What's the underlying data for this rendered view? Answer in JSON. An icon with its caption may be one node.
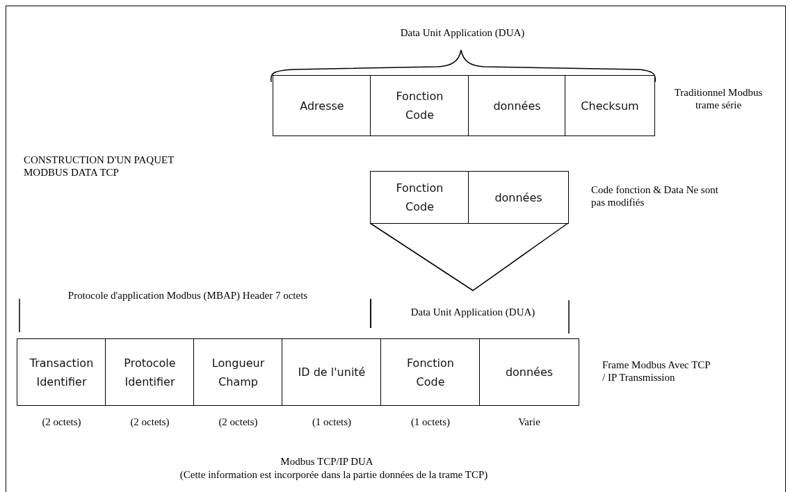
{
  "diagram": {
    "title": "CONSTRUCTION D'UN PAQUET MODBUS DATA TCP",
    "nodes": [
      {
        "text": [
          "Adresse"
        ]
      },
      {
        "text": [
          "Fonction Code"
        ]
      },
      {
        "text": [
          "données"
        ]
      },
      {
        "text": [
          "Checksum"
        ]
      },
      {
        "text": [
          "Fonction Code"
        ]
      },
      {
        "text": [
          "données"
        ]
      },
      {
        "text": [
          "Transaction Identifier"
        ],
        "beside": [
          "(2 octets)"
        ]
      },
      {
        "text": [
          "Protocole Identifier"
        ],
        "beside": [
          "(2 octets)"
        ]
      },
      {
        "text": [
          "Longueur Champ"
        ],
        "beside": [
          "(2 octets)"
        ]
      },
      {
        "text": [
          "ID de l'unité"
        ],
        "beside": [
          "(1 octets)"
        ]
      },
      {
        "text": [
          "Fonction Code"
        ],
        "beside": [
          "(1 octets)"
        ]
      },
      {
        "text": [
          "données"
        ],
        "beside": [
          "Varie"
        ]
      }
    ],
    "edges": [],
    "labels": [
      "Data Unit Application (DUA)",
      "Traditionnel Modbus trame série",
      "Code fonction & Data Ne sont pas modifiés",
      "Protocole d'application Modbus (MBAP) Header 7 octets",
      "Data Unit Application (DUA)",
      "Frame Modbus Avec TCP / IP Transmission",
      "Modbus TCP/IP DUA",
      "(Cette information est incorporée dans la partie données de la trame TCP)"
    ]
  }
}
